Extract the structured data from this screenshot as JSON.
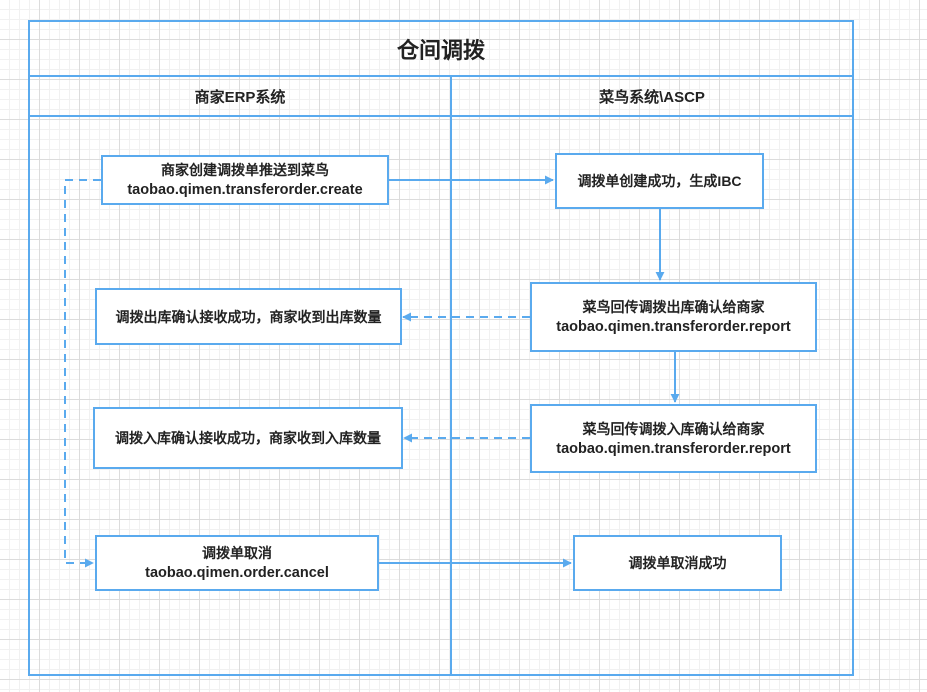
{
  "diagram": {
    "title": "仓间调拨",
    "lanes": [
      {
        "label": "商家ERP系统"
      },
      {
        "label": "菜鸟系统\\ASCP"
      }
    ],
    "nodes": {
      "erp_create": {
        "line1": "商家创建调拨单推送到菜鸟",
        "line2": "taobao.qimen.transferorder.create"
      },
      "cn_created": {
        "line1": "调拨单创建成功，生成IBC"
      },
      "cn_out_report": {
        "line1": "菜鸟回传调拨出库确认给商家",
        "line2": "taobao.qimen.transferorder.report"
      },
      "erp_out_ack": {
        "line1": "调拨出库确认接收成功，商家收到出库数量"
      },
      "cn_in_report": {
        "line1": "菜鸟回传调拨入库确认给商家",
        "line2": "taobao.qimen.transferorder.report"
      },
      "erp_in_ack": {
        "line1": "调拨入库确认接收成功，商家收到入库数量"
      },
      "erp_cancel": {
        "line1": "调拨单取消",
        "line2": "taobao.qimen.order.cancel"
      },
      "cn_cancel_ok": {
        "line1": "调拨单取消成功"
      }
    },
    "edges": [
      {
        "from": "erp_create",
        "to": "cn_created",
        "style": "solid"
      },
      {
        "from": "cn_created",
        "to": "cn_out_report",
        "style": "solid"
      },
      {
        "from": "cn_out_report",
        "to": "erp_out_ack",
        "style": "dashed"
      },
      {
        "from": "cn_out_report",
        "to": "cn_in_report",
        "style": "solid"
      },
      {
        "from": "cn_in_report",
        "to": "erp_in_ack",
        "style": "dashed"
      },
      {
        "from": "erp_create",
        "to": "erp_cancel",
        "style": "dashed"
      },
      {
        "from": "erp_cancel",
        "to": "cn_cancel_ok",
        "style": "solid"
      }
    ],
    "colors": {
      "line": "#5aaaee",
      "arrow": "#5aaaee",
      "text": "#222222",
      "background": "#ffffff"
    }
  }
}
